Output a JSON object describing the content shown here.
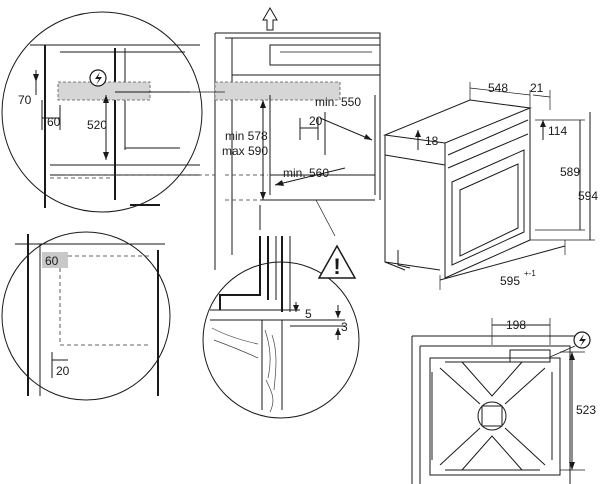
{
  "dimensions": {
    "niche_top_70": "70",
    "niche_top_60": "60",
    "niche_top_520": "520",
    "niche_min_550": "min. 550",
    "niche_20": "20",
    "niche_min_578": "min 578",
    "niche_max_590": "max 590",
    "niche_min_560": "min. 560",
    "oven_548": "548",
    "oven_21": "21",
    "oven_18": "18",
    "oven_114": "114",
    "oven_589": "589",
    "oven_594": "594",
    "oven_595": "595",
    "oven_595_tol": "+-1",
    "bottom_60": "60",
    "bottom_20": "20",
    "detail_5": "5",
    "detail_3": "3",
    "rear_198": "198",
    "rear_523": "523"
  },
  "icons": {
    "lightning": "⚡",
    "warning": "!",
    "airflow": "arrow-up"
  }
}
